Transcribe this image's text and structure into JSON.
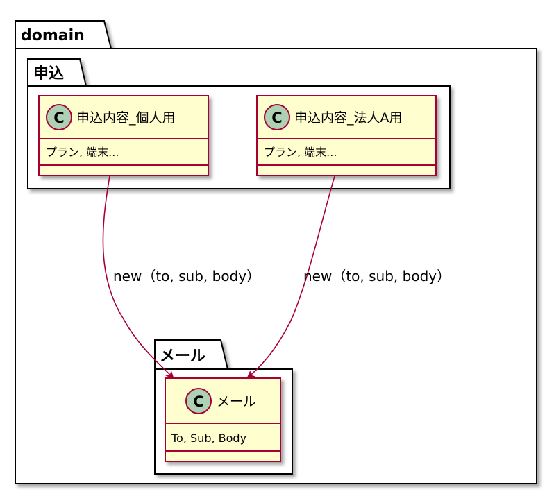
{
  "packages": {
    "domain": "domain",
    "moshikomi": "申込",
    "mail": "メール"
  },
  "classes": {
    "individual": {
      "stereotype": "C",
      "name": "申込内容_個人用",
      "attribute": "プラン, 端末..."
    },
    "corporate": {
      "stereotype": "C",
      "name": "申込内容_法人A用",
      "attribute": "プラン, 端末..."
    },
    "mail": {
      "stereotype": "C",
      "name": "メール",
      "attribute": "To, Sub, Body"
    }
  },
  "edges": {
    "individual_to_mail": "new（to, sub, body）",
    "corporate_to_mail": "new（to, sub, body）"
  },
  "colors": {
    "class_fill": "#FEFECE",
    "class_border": "#A80036",
    "circle_fill": "#ADD1B2",
    "arrow": "#A80036",
    "package_border": "#000000"
  }
}
